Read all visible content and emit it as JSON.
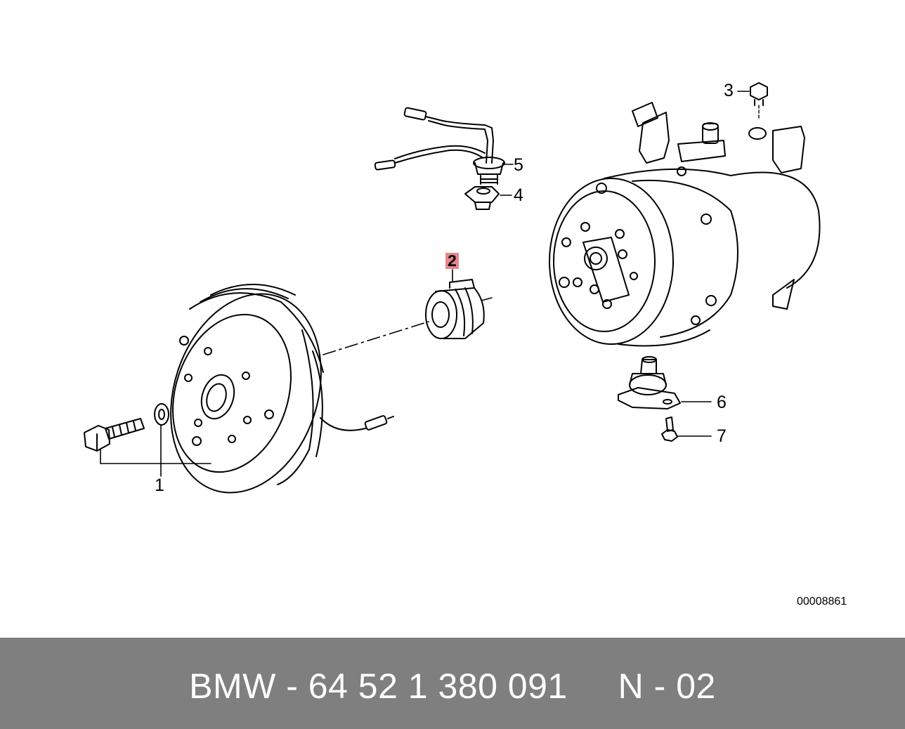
{
  "diagram": {
    "callouts": [
      {
        "id": "1",
        "label": "1"
      },
      {
        "id": "2",
        "label": "2",
        "highlighted": true
      },
      {
        "id": "3",
        "label": "3"
      },
      {
        "id": "4",
        "label": "4"
      },
      {
        "id": "5",
        "label": "5"
      },
      {
        "id": "6",
        "label": "6"
      },
      {
        "id": "7",
        "label": "7"
      }
    ],
    "drawing_id": "00008861",
    "highlight_color": "#e8868c"
  },
  "footer": {
    "text": "BMW - 64 52 1 380 091     N - 02",
    "background_color": "#7f7f7f"
  }
}
